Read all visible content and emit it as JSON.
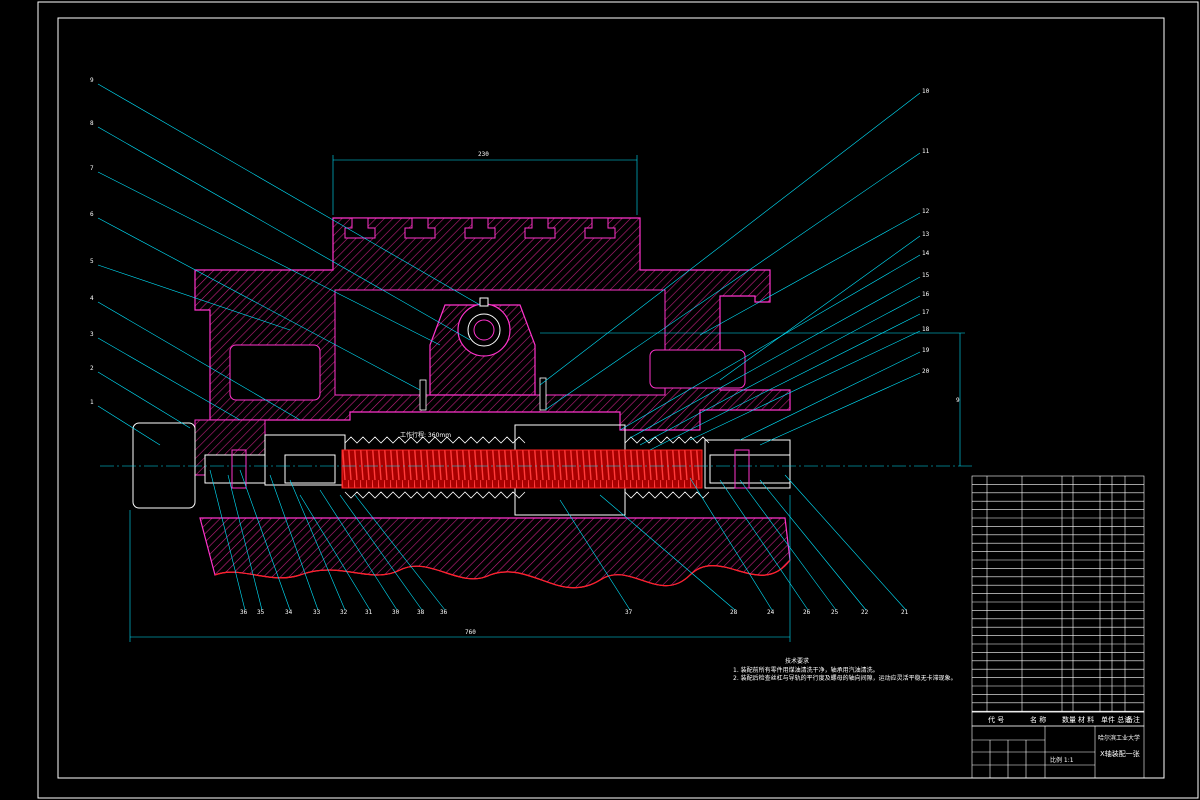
{
  "drawing": {
    "colors": {
      "background": "#000000",
      "frame": "#ffffff",
      "section": "#ff33cc",
      "hatch": "#e0309e",
      "leader": "#00e5ff",
      "dimension": "#00e5ff",
      "thread": "#ff2222",
      "title_block": "#ffffff"
    },
    "dimensions": {
      "top_width": "230",
      "overall_length": "760",
      "right_height": "9"
    },
    "thread_label": "工作行程: 360mm",
    "balloons_left_column": [
      "9",
      "8",
      "7",
      "6",
      "5",
      "4",
      "3",
      "2",
      "1"
    ],
    "balloons_right_column": [
      "10",
      "11",
      "12",
      "13",
      "14",
      "15",
      "16",
      "17",
      "18",
      "19",
      "20"
    ],
    "balloons_bottom_row": [
      "36",
      "35",
      "34",
      "33",
      "32",
      "31",
      "30",
      "38",
      "36",
      "37",
      "28",
      "24",
      "26",
      "25",
      "22",
      "21"
    ],
    "notes": {
      "title": "技术要求",
      "lines": [
        "1. 装配前所有零件用煤油清洗干净，轴承用汽油清洗。",
        "2. 装配后检查丝杠与导轨的平行度及螺母的轴向间隙，运动应灵活平稳无卡滞现象。"
      ]
    },
    "parts_list": {
      "headers": [
        "代 号",
        "名 称",
        "数量",
        "材 料",
        "单件 总计",
        "备注"
      ]
    },
    "title_block": {
      "school": "哈尔滨工业大学",
      "drawing_title": "X轴装配一张",
      "scale_label": "比例 1:1"
    }
  }
}
